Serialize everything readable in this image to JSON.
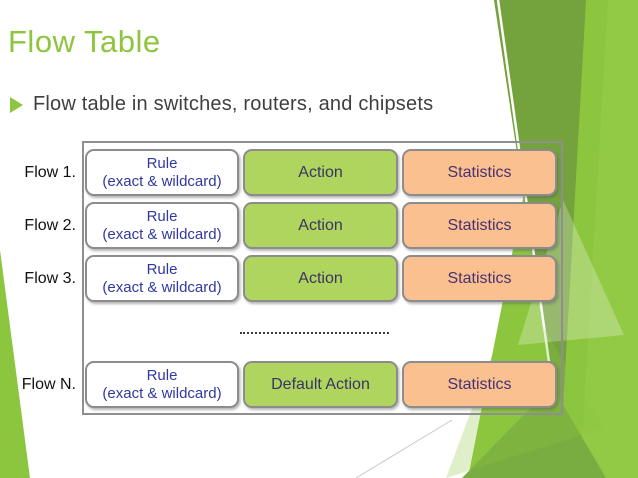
{
  "slide": {
    "title": "Flow Table",
    "bullet_text": "Flow table in switches, routers, and chipsets"
  },
  "flow_table": {
    "rows": [
      {
        "label": "Flow 1.",
        "rule": {
          "line1": "Rule",
          "line2": "(exact & wildcard)"
        },
        "action": "Action",
        "statistics": "Statistics"
      },
      {
        "label": "Flow 2.",
        "rule": {
          "line1": "Rule",
          "line2": "(exact & wildcard)"
        },
        "action": "Action",
        "statistics": "Statistics"
      },
      {
        "label": "Flow 3.",
        "rule": {
          "line1": "Rule",
          "line2": "(exact & wildcard)"
        },
        "action": "Action",
        "statistics": "Statistics"
      },
      {
        "label": "Flow N.",
        "rule": {
          "line1": "Rule",
          "line2": "(exact & wildcard)"
        },
        "action": "Default Action",
        "statistics": "Statistics"
      }
    ]
  },
  "colors": {
    "title_green": "#8DC53E",
    "accent_bright_green": "#8CC63F",
    "accent_dark_green": "#74A23D",
    "action_fill": "#AFD55F",
    "statistics_fill": "#FAC090",
    "rule_text": "#3138A0",
    "box_text": "#403667",
    "box_border": "#8C8C8C",
    "outline_border": "#8F8F8F",
    "body_text": "#3F3F3F"
  }
}
